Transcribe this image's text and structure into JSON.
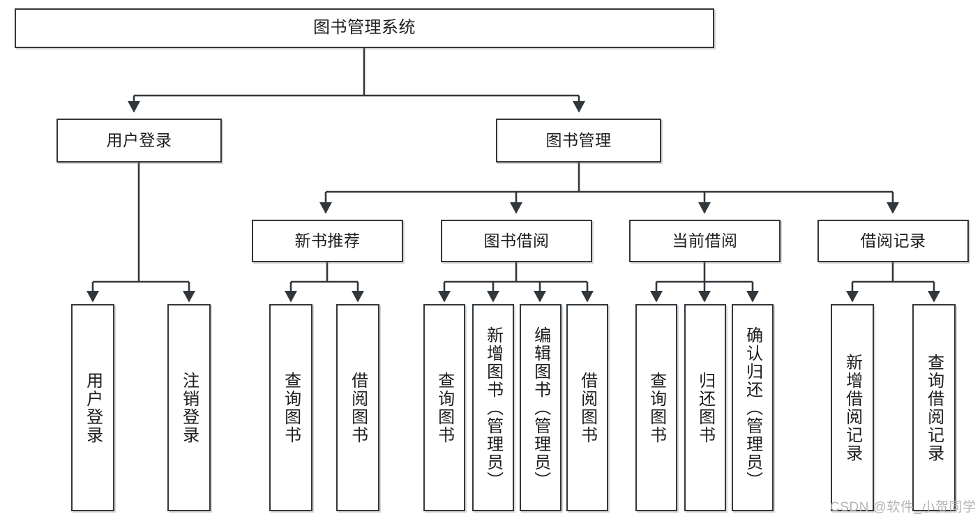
{
  "diagram": {
    "type": "tree-hierarchy-chart",
    "title": "图书管理系统",
    "root": {
      "id": "root",
      "label": "图书管理系统"
    },
    "level2": [
      {
        "id": "user-login",
        "label": "用户登录"
      },
      {
        "id": "book-manage",
        "label": "图书管理"
      }
    ],
    "level3": [
      {
        "id": "new-book-recommend",
        "label": "新书推荐",
        "parent": "book-manage"
      },
      {
        "id": "book-borrow",
        "label": "图书借阅",
        "parent": "book-manage"
      },
      {
        "id": "current-borrow",
        "label": "当前借阅",
        "parent": "book-manage"
      },
      {
        "id": "borrow-record",
        "label": "借阅记录",
        "parent": "book-manage"
      }
    ],
    "leaves": [
      {
        "id": "leaf-user-login",
        "label": "用户登录",
        "parent": "user-login"
      },
      {
        "id": "leaf-logout-login",
        "label": "注销登录",
        "parent": "user-login"
      },
      {
        "id": "leaf-query-book-1",
        "label": "查询图书",
        "parent": "new-book-recommend"
      },
      {
        "id": "leaf-borrow-book-1",
        "label": "借阅图书",
        "parent": "new-book-recommend"
      },
      {
        "id": "leaf-query-book-2",
        "label": "查询图书",
        "parent": "book-borrow"
      },
      {
        "id": "leaf-add-book",
        "label": "新增图书（管理员）",
        "parent": "book-borrow"
      },
      {
        "id": "leaf-edit-book",
        "label": "编辑图书（管理员）",
        "parent": "book-borrow"
      },
      {
        "id": "leaf-borrow-book-2",
        "label": "借阅图书",
        "parent": "book-borrow"
      },
      {
        "id": "leaf-query-book-3",
        "label": "查询图书",
        "parent": "current-borrow"
      },
      {
        "id": "leaf-return-book",
        "label": "归还图书",
        "parent": "current-borrow"
      },
      {
        "id": "leaf-confirm-return",
        "label": "确认归还（管理员）",
        "parent": "current-borrow"
      },
      {
        "id": "leaf-add-record",
        "label": "新增借阅记录",
        "parent": "borrow-record"
      },
      {
        "id": "leaf-query-record",
        "label": "查询借阅记录",
        "parent": "borrow-record"
      }
    ],
    "colors": {
      "box_border": "#32373b",
      "box_fill": "#ffffff",
      "connector": "#32373b",
      "text": "#1d1d1d",
      "watermark": "#b4b4b4"
    }
  },
  "watermark": {
    "text": "CSDN @软件_小贺同学"
  }
}
